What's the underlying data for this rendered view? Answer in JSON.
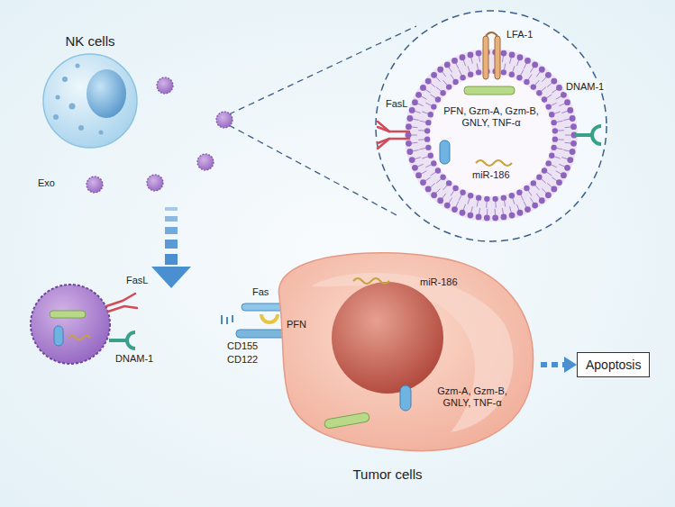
{
  "diagram": {
    "nodes": [
      {
        "text": [
          "NK cells"
        ]
      },
      {
        "text": [
          "Tumor cells"
        ]
      },
      {
        "text": [
          "Apoptosis"
        ]
      }
    ],
    "edges": [
      {
        "from": 1,
        "to": 2,
        "arrow": "to"
      }
    ],
    "labels": [
      "Exo",
      "LFA-1",
      "FasL",
      "PFN, Gzm-A, Gzm-B, GNLY, TNF-α",
      "DNAM-1",
      "miR-186",
      "FasL",
      "DNAM-1",
      "Fas",
      "PFN",
      "CD155",
      "CD122",
      "miR-186",
      "Gzm-A, Gzm-B, GNLY, TNF-α"
    ]
  }
}
